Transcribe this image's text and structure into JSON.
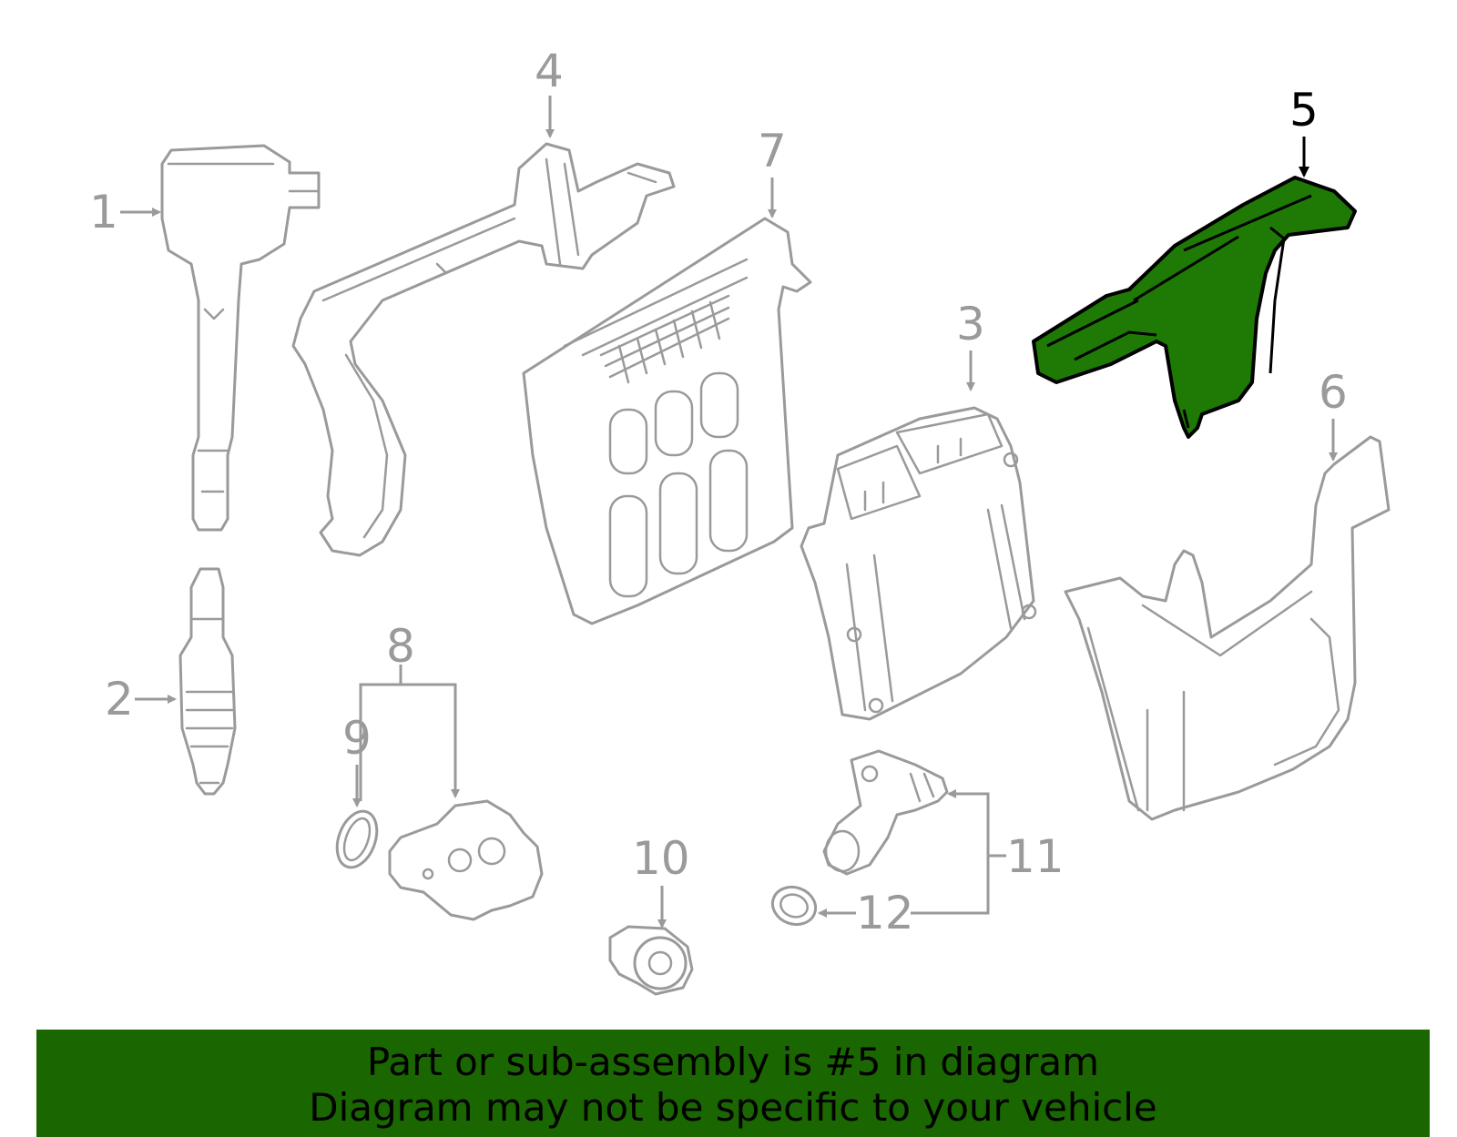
{
  "diagram": {
    "highlight_color": "#1e7a04",
    "callouts": [
      {
        "id": "1",
        "label": "1",
        "highlighted": false
      },
      {
        "id": "2",
        "label": "2",
        "highlighted": false
      },
      {
        "id": "3",
        "label": "3",
        "highlighted": false
      },
      {
        "id": "4",
        "label": "4",
        "highlighted": false
      },
      {
        "id": "5",
        "label": "5",
        "highlighted": true
      },
      {
        "id": "6",
        "label": "6",
        "highlighted": false
      },
      {
        "id": "7",
        "label": "7",
        "highlighted": false
      },
      {
        "id": "8",
        "label": "8",
        "highlighted": false
      },
      {
        "id": "9",
        "label": "9",
        "highlighted": false
      },
      {
        "id": "10",
        "label": "10",
        "highlighted": false
      },
      {
        "id": "11",
        "label": "11",
        "highlighted": false
      },
      {
        "id": "12",
        "label": "12",
        "highlighted": false
      }
    ]
  },
  "banner": {
    "line1": "Part or sub-assembly is #5 in diagram",
    "line2": "Diagram may not be specific to your vehicle",
    "background": "#1a6600"
  }
}
